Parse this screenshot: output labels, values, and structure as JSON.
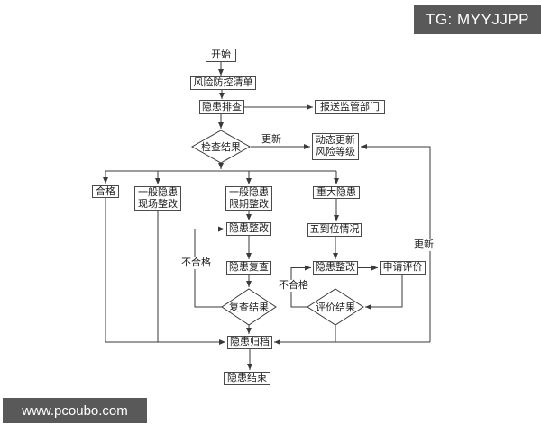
{
  "watermarks": {
    "top_right": "TG: MYYJJPP",
    "bottom_left": "www.pcoubo.com"
  },
  "flowchart": {
    "nodes": {
      "start": "开始",
      "risk_control_list": "风险防控清单",
      "hazard_inspection": "隐患排查",
      "report_to_regulator": "报送监管部门",
      "check_result": "检查结果",
      "dynamic_update_risk_level": "动态更新风险等级",
      "qualified": "合格",
      "general_hazard_onsite": "一般隐患现场整改",
      "general_hazard_deadline": "一般隐患限期整改",
      "major_hazard": "重大隐患",
      "hazard_rectification_mid": "隐患整改",
      "five_in_place": "五到位情况",
      "hazard_recheck": "隐患复查",
      "hazard_rectification_right": "隐患整改",
      "apply_evaluation": "申请评价",
      "recheck_result": "复查结果",
      "evaluation_result": "评价结果",
      "hazard_archive": "隐患归档",
      "hazard_end": "隐患结束"
    },
    "edge_labels": {
      "update_top": "更新",
      "update_right": "更新",
      "unqualified_left": "不合格",
      "unqualified_right": "不合格"
    },
    "colors": {
      "line": "#3a3a3a",
      "banner_bg": "#595959",
      "banner_text": "#ffffff"
    }
  }
}
